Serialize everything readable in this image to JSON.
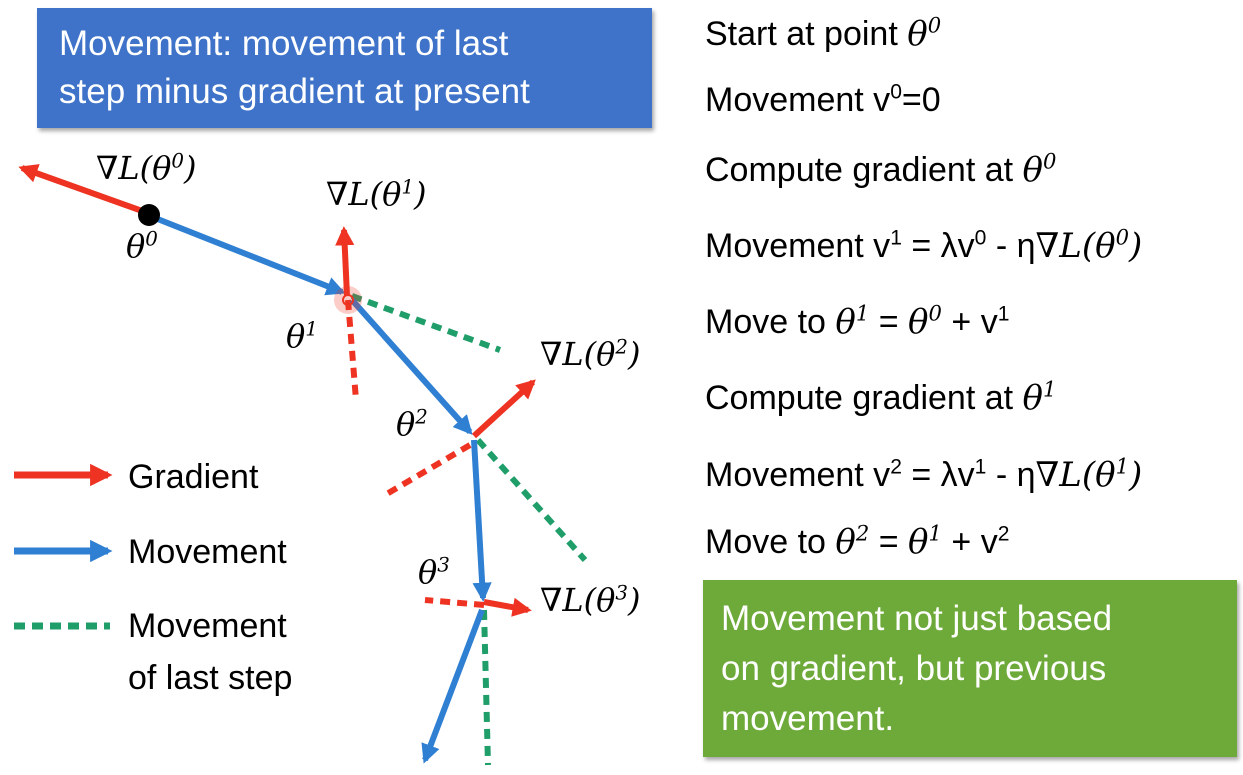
{
  "banner": {
    "line1": "Movement: movement of last",
    "line2": "step minus gradient at present"
  },
  "steps": {
    "s1_text": "Start at point ",
    "s2_text": "Movement v",
    "s2_sup": "0",
    "s2_tail": "=0",
    "s3_text": "Compute gradient at ",
    "s4_text": "Movement v",
    "s4_sup": "1",
    "s4_mid": " = λv",
    "s4_sup2": "0",
    "s4_mid2": " - η",
    "s5_text": "Move to ",
    "s5_mid": " = ",
    "s5_tail": " + v",
    "s5_sup": "1",
    "s6_text": "Compute gradient at ",
    "s7_text": "Movement v",
    "s7_sup": "2",
    "s7_mid": " = λv",
    "s7_sup2": "1",
    "s7_mid2": " - η",
    "s8_text": "Move to ",
    "s8_mid": " = ",
    "s8_tail": " + v",
    "s8_sup": "2"
  },
  "math": {
    "theta": "θ",
    "grad": "∇L(θ",
    "close": ")",
    "n0": "0",
    "n1": "1",
    "n2": "2",
    "n3": "3"
  },
  "note": {
    "line1": "Movement not just based",
    "line2": "on gradient, but previous",
    "line3": "movement."
  },
  "legend": {
    "gradient": "Gradient",
    "movement": "Movement",
    "last_line1": "Movement",
    "last_line2": "of last step"
  },
  "colors": {
    "gradient": "#ee3322",
    "movement": "#2f7fd3",
    "last_step": "#1f9e6a",
    "banner": "#3f73c9",
    "note": "#6eaa3a"
  }
}
